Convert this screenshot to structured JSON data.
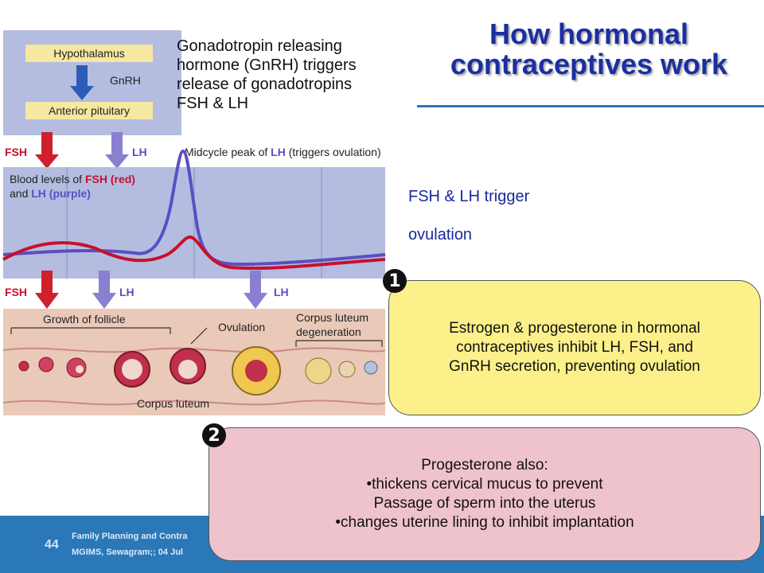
{
  "title": "How hormonal contraceptives work",
  "gnrh_text": "Gonadotropin releasing\nhormone (GnRH) triggers\nrelease of gonadotropins\nFSH & LH",
  "fsh_lh_line1": "FSH & LH trigger",
  "fsh_lh_line2": "ovulation",
  "diagram": {
    "hypothalamus": "Hypothalamus",
    "gnrh": "GnRH",
    "anterior_pituitary": "Anterior pituitary",
    "fsh": "FSH",
    "lh": "LH",
    "midcycle_peak_a": "Midcycle peak of ",
    "midcycle_peak_lh": "LH",
    "midcycle_peak_b": " (triggers ovulation)",
    "blood_levels_a": "Blood levels of ",
    "blood_levels_fsh": "FSH (red)",
    "blood_levels_and": "and ",
    "blood_levels_lh": "LH (purple)",
    "growth_of_follicle": "Growth of follicle",
    "ovulation": "Ovulation",
    "corpus_luteum_degeneration_1": "Corpus luteum",
    "corpus_luteum_degeneration_2": "degeneration",
    "corpus_luteum": "Corpus luteum"
  },
  "callout1": {
    "badge": "1",
    "text": "Estrogen & progesterone in hormonal contraceptives inhibit LH, FSH, and GnRH secretion, preventing ovulation"
  },
  "callout2": {
    "badge": "2",
    "line1": "Progesterone also:",
    "line2": "•thickens cervical mucus to prevent",
    "line3": "Passage of sperm into the uterus",
    "line4": "•changes uterine lining to inhibit implantation"
  },
  "footer": {
    "slide_number": "44",
    "line1": "Family Planning and Contra",
    "line2": "MGIMS, Sewagram;; 04 Jul"
  },
  "colors": {
    "title": "#1b2fa0",
    "fsh_red": "#c8102e",
    "lh_purple": "#5a4fc0",
    "callout1_bg": "#fbf08a",
    "callout2_bg": "#efc3cb",
    "footer_bg": "#2a78b8"
  }
}
